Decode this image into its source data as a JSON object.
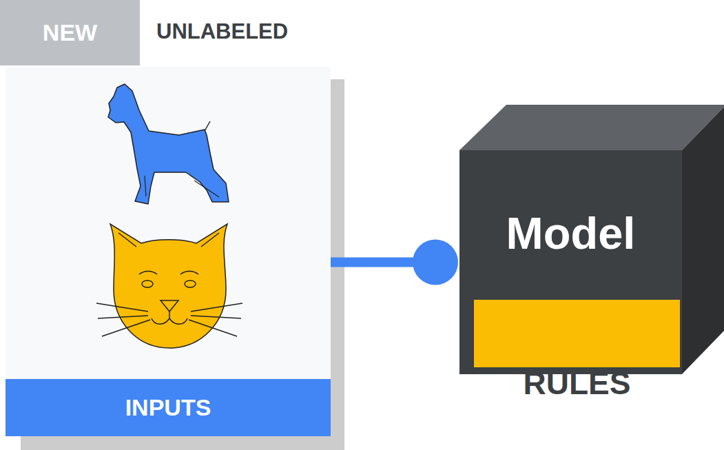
{
  "diagram": {
    "nodes": [
      {
        "text": [
          "NEW"
        ]
      },
      {
        "text": [
          "INPUTS"
        ]
      },
      {
        "text": [
          "Model"
        ]
      },
      {
        "text": [
          "RULES"
        ],
        "in": 2
      }
    ],
    "edges": [
      {
        "from": 1,
        "to": 2,
        "arrow": "none"
      }
    ],
    "labels": [
      "UNLABELED"
    ]
  }
}
